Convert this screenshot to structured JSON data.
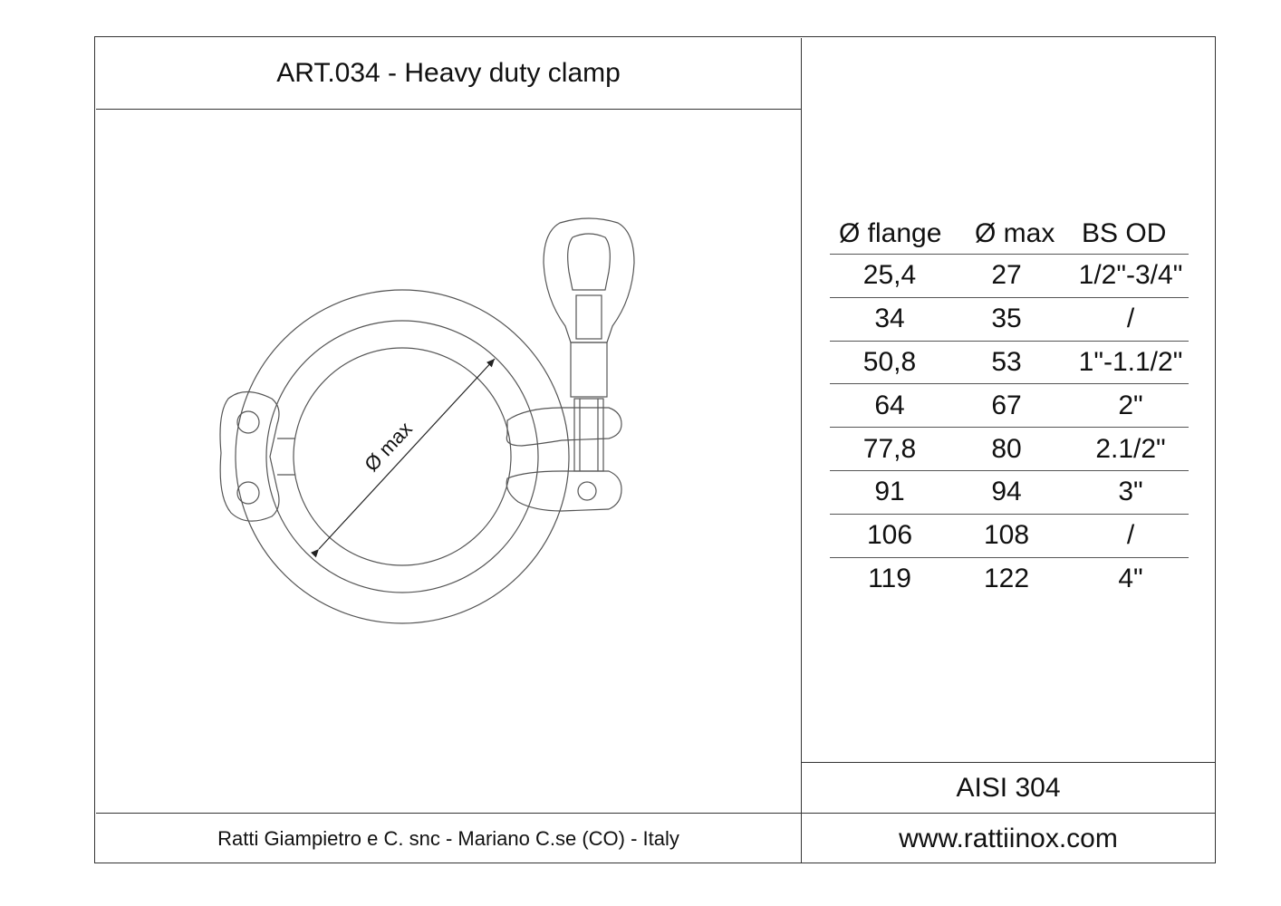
{
  "sheet": {
    "title": "ART.034 - Heavy duty clamp",
    "company": "Ratti Giampietro e C. snc - Mariano C.se (CO) - Italy",
    "website": "www.rattiinox.com",
    "material": "AISI 304"
  },
  "drawing": {
    "dimension_label": "Ø max"
  },
  "table": {
    "headers": [
      "Ø flange",
      "Ø max",
      "BS OD"
    ],
    "rows": [
      [
        "25,4",
        "27",
        "1/2\"-3/4\""
      ],
      [
        "34",
        "35",
        "/"
      ],
      [
        "50,8",
        "53",
        "1\"-1.1/2\""
      ],
      [
        "64",
        "67",
        "2\""
      ],
      [
        "77,8",
        "80",
        "2.1/2\""
      ],
      [
        "91",
        "94",
        "3\""
      ],
      [
        "106",
        "108",
        "/"
      ],
      [
        "119",
        "122",
        "4\""
      ]
    ]
  }
}
